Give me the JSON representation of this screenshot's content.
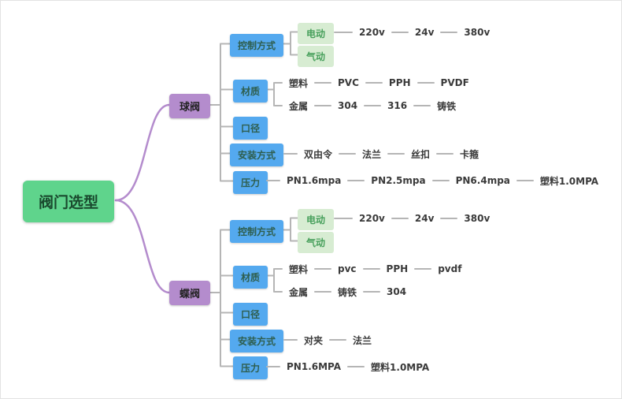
{
  "root": {
    "label": "阀门选型"
  },
  "colors": {
    "root_bg": "#5fd48c",
    "branch_bg": "#b48ccd",
    "category_bg": "#54a9ef",
    "option_bg": "#d7ecd2",
    "option_text": "#48a05c",
    "wire": "#b5b5b5",
    "branch_wire": "#b48ccd"
  },
  "branches": [
    {
      "label": "球阀",
      "categories": [
        "控制方式",
        "材质",
        "口径",
        "安装方式",
        "压力"
      ],
      "control_options": [
        "电动",
        "气动"
      ],
      "voltages": [
        "220v",
        "24v",
        "380v"
      ],
      "material_rows": [
        {
          "head": "塑料",
          "items": [
            "PVC",
            "PPH",
            "PVDF"
          ]
        },
        {
          "head": "金属",
          "items": [
            "304",
            "316",
            "铸铁"
          ]
        }
      ],
      "install_items": [
        "双由令",
        "法兰",
        "丝扣",
        "卡箍"
      ],
      "pressure_items": [
        "PN1.6mpa",
        "PN2.5mpa",
        "PN6.4mpa",
        "塑料1.0MPA"
      ]
    },
    {
      "label": "蝶阀",
      "categories": [
        "控制方式",
        "材质",
        "口径",
        "安装方式",
        "压力"
      ],
      "control_options": [
        "电动",
        "气动"
      ],
      "voltages": [
        "220v",
        "24v",
        "380v"
      ],
      "material_rows": [
        {
          "head": "塑料",
          "items": [
            "pvc",
            "PPH",
            "pvdf"
          ]
        },
        {
          "head": "金属",
          "items": [
            "铸铁",
            "304"
          ]
        }
      ],
      "install_items": [
        "对夹",
        "法兰"
      ],
      "pressure_items": [
        "PN1.6MPA",
        "塑料1.0MPA"
      ]
    }
  ]
}
